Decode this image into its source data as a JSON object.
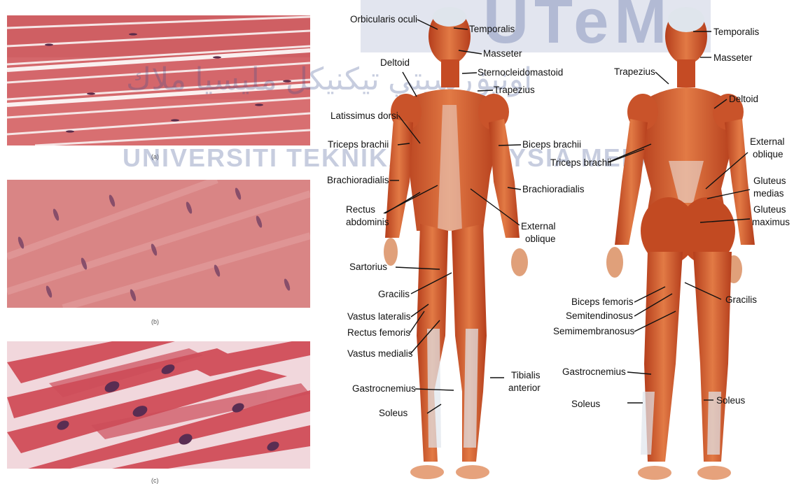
{
  "panels": {
    "a": {
      "caption": "(a)"
    },
    "b": {
      "caption": "(b)"
    },
    "c": {
      "caption": "(c)"
    }
  },
  "watermark": {
    "main": "UTeM",
    "line": "UNIVERSITI TEKNIKAL MALAYSIA MELAKA",
    "arabic": "اونيۏرسيتي تيكنيكل مليسيا ملاك"
  },
  "colors": {
    "muscle": "#c24a22",
    "muscle_light": "#e07a45",
    "tendon": "#dfe5ec",
    "tissue": "#d96b6f",
    "nucleus": "#6a3b5e"
  },
  "labels": [
    {
      "key": "orbicularis_oculi",
      "text": "Orbicularis oculi"
    },
    {
      "key": "temporalis_f",
      "text": "Temporalis"
    },
    {
      "key": "masseter_f",
      "text": "Masseter"
    },
    {
      "key": "deltoid_f",
      "text": "Deltoid"
    },
    {
      "key": "sternocleidomastoid",
      "text": "Sternocleidomastoid"
    },
    {
      "key": "trapezius_f",
      "text": "Trapezius"
    },
    {
      "key": "latissimus",
      "text": "Latissimus dorsi"
    },
    {
      "key": "triceps_f",
      "text": "Triceps brachii"
    },
    {
      "key": "biceps_brachii",
      "text": "Biceps brachii"
    },
    {
      "key": "brachioradialis_l",
      "text": "Brachioradialis"
    },
    {
      "key": "brachioradialis_r",
      "text": "Brachioradialis"
    },
    {
      "key": "rectus_abd_1",
      "text": "Rectus"
    },
    {
      "key": "rectus_abd_2",
      "text": "abdominis"
    },
    {
      "key": "ext_obl_f1",
      "text": "External"
    },
    {
      "key": "ext_obl_f2",
      "text": "oblique"
    },
    {
      "key": "sartorius",
      "text": "Sartorius"
    },
    {
      "key": "gracilis_f",
      "text": "Gracilis"
    },
    {
      "key": "vastus_lat",
      "text": "Vastus lateralis"
    },
    {
      "key": "rectus_fem",
      "text": "Rectus femoris"
    },
    {
      "key": "vastus_med",
      "text": "Vastus medialis"
    },
    {
      "key": "tibialis_1",
      "text": "Tibialis"
    },
    {
      "key": "tibialis_2",
      "text": "anterior"
    },
    {
      "key": "gastro_f",
      "text": "Gastrocnemius"
    },
    {
      "key": "soleus_f",
      "text": "Soleus"
    },
    {
      "key": "temporalis_b",
      "text": "Temporalis"
    },
    {
      "key": "masseter_b",
      "text": "Masseter"
    },
    {
      "key": "trapezius_b",
      "text": "Trapezius"
    },
    {
      "key": "deltoid_b",
      "text": "Deltoid"
    },
    {
      "key": "ext_obl_b1",
      "text": "External"
    },
    {
      "key": "ext_obl_b2",
      "text": "oblique"
    },
    {
      "key": "triceps_b",
      "text": "Triceps brachii"
    },
    {
      "key": "glut_med_1",
      "text": "Gluteus"
    },
    {
      "key": "glut_med_2",
      "text": "medias"
    },
    {
      "key": "glut_max_1",
      "text": "Gluteus"
    },
    {
      "key": "glut_max_2",
      "text": "maximus"
    },
    {
      "key": "biceps_fem",
      "text": "Biceps femoris"
    },
    {
      "key": "semitend",
      "text": "Semitendinosus"
    },
    {
      "key": "semimemb",
      "text": "Semimembranosus"
    },
    {
      "key": "gracilis_b",
      "text": "Gracilis"
    },
    {
      "key": "gastro_b",
      "text": "Gastrocnemius"
    },
    {
      "key": "soleus_b1",
      "text": "Soleus"
    },
    {
      "key": "soleus_b2",
      "text": "Soleus"
    }
  ]
}
